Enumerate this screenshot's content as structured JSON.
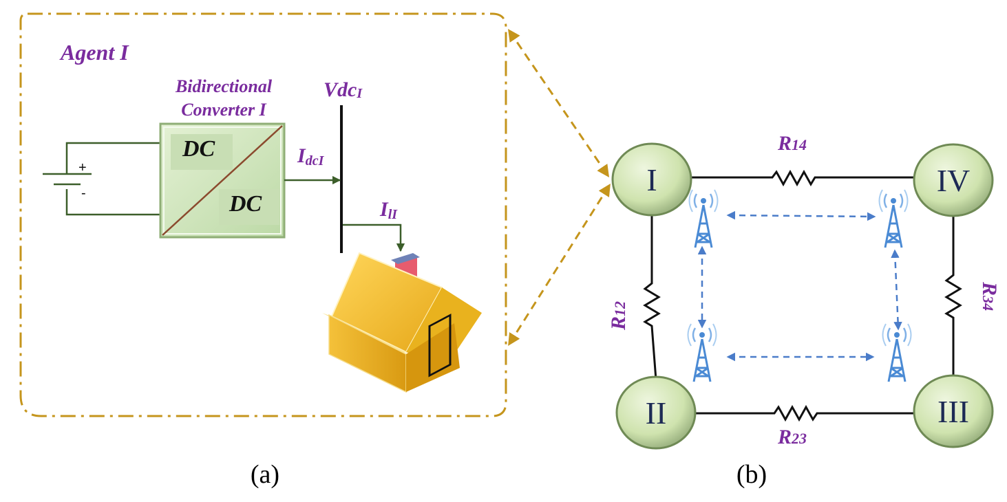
{
  "colors": {
    "frame": "#c5951c",
    "label": "#7a2c9e",
    "circuit": "#3c5e2a",
    "node_fill": "#d5e8b8",
    "node_text": "#1d2a55",
    "comm": "#4a7cc9",
    "house": "#f2b928"
  },
  "panel_a": {
    "agent_label": "Agent I",
    "converter_title_line1": "Bidirectional",
    "converter_title_line2": "Converter I",
    "dc_top": "DC",
    "dc_bottom": "DC",
    "bus_voltage_label": "Vdc",
    "bus_voltage_sub": "I",
    "converter_current_label": "I",
    "converter_current_sub": "dcI",
    "load_current_label": "I",
    "load_current_sub": "lI",
    "battery_plus": "+",
    "battery_minus": "-",
    "caption": "(a)"
  },
  "panel_b": {
    "nodes": [
      {
        "id": "I",
        "label": "I"
      },
      {
        "id": "II",
        "label": "II"
      },
      {
        "id": "III",
        "label": "III"
      },
      {
        "id": "IV",
        "label": "IV"
      }
    ],
    "lines": [
      {
        "label": "R",
        "sub": "14"
      },
      {
        "label": "R",
        "sub": "12"
      },
      {
        "label": "R",
        "sub": "34"
      },
      {
        "label": "R",
        "sub": "23"
      }
    ],
    "caption": "(b)"
  }
}
